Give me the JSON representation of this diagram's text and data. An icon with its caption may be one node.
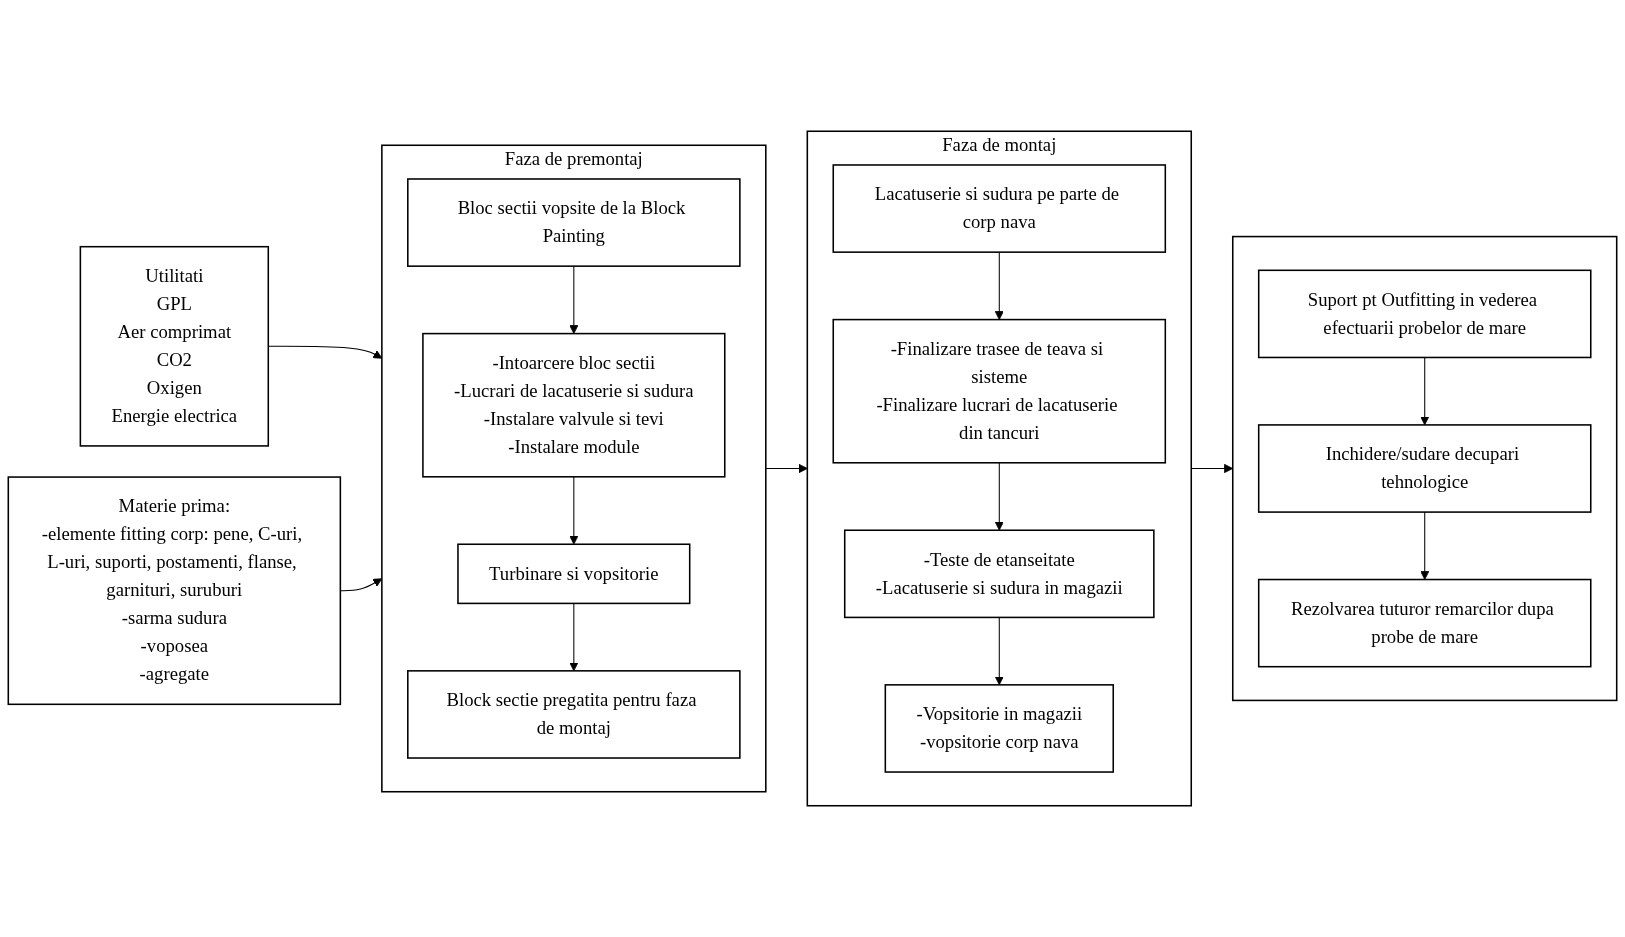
{
  "diagram": {
    "nodes": [
      {
        "text": [
          "Utilitati",
          "GPL",
          "Aer comprimat",
          "CO2",
          "Oxigen",
          "Energie electrica"
        ]
      },
      {
        "text": [
          "Materie prima:",
          "-elemente fitting corp: pene, C-uri, L-uri, suporti, postamenti, flanse, garnituri, suruburi",
          "-sarma sudura",
          "-voposea",
          "-agregate"
        ]
      },
      {
        "text": [
          "Faza de premontaj"
        ]
      },
      {
        "text": [
          "Bloc sectii vopsite de la Block Painting"
        ],
        "in": 2
      },
      {
        "text": [
          "-Intoarcere bloc sectii",
          "-Lucrari de lacatuserie si sudura",
          "-Instalare valvule si tevi",
          "-Instalare module"
        ],
        "in": 2
      },
      {
        "text": [
          "Turbinare si vopsitorie"
        ],
        "in": 2
      },
      {
        "text": [
          "Block sectie pregatita pentru faza de montaj"
        ],
        "in": 2
      },
      {
        "text": [
          "Faza de montaj"
        ]
      },
      {
        "text": [
          "Lacatuserie si sudura pe parte de corp nava"
        ],
        "in": 7
      },
      {
        "text": [
          "-Finalizare trasee de teava si sisteme",
          "-Finalizare lucrari de lacatuserie din tancuri"
        ],
        "in": 7
      },
      {
        "text": [
          "-Teste de etanseitate",
          "-Lacatuserie si sudura in magazii"
        ],
        "in": 7
      },
      {
        "text": [
          "-Vopsitorie in magazii",
          "-vopsitorie corp nava"
        ],
        "in": 7
      },
      {
        "text": [],
        "shape": "box"
      },
      {
        "text": [
          "Suport pt Outfitting in vederea efectuarii probelor de mare"
        ],
        "in": 12
      },
      {
        "text": [
          "Inchidere/sudare decupari tehnologice"
        ],
        "in": 12
      },
      {
        "text": [
          "Rezolvarea tuturor remarcilor dupa probe de mare"
        ],
        "in": 12
      }
    ],
    "edges": [
      {
        "from": 0,
        "to": 2,
        "arrow": "to"
      },
      {
        "from": 1,
        "to": 2,
        "arrow": "to"
      },
      {
        "from": 3,
        "to": 4,
        "arrow": "to"
      },
      {
        "from": 4,
        "to": 5,
        "arrow": "to"
      },
      {
        "from": 5,
        "to": 6,
        "arrow": "to"
      },
      {
        "from": 2,
        "to": 7,
        "arrow": "to"
      },
      {
        "from": 8,
        "to": 9,
        "arrow": "to"
      },
      {
        "from": 9,
        "to": 10,
        "arrow": "to"
      },
      {
        "from": 10,
        "to": 11,
        "arrow": "to"
      },
      {
        "from": 7,
        "to": 12,
        "arrow": "to"
      },
      {
        "from": 13,
        "to": 14,
        "arrow": "to"
      },
      {
        "from": 14,
        "to": 15,
        "arrow": "to"
      }
    ]
  }
}
